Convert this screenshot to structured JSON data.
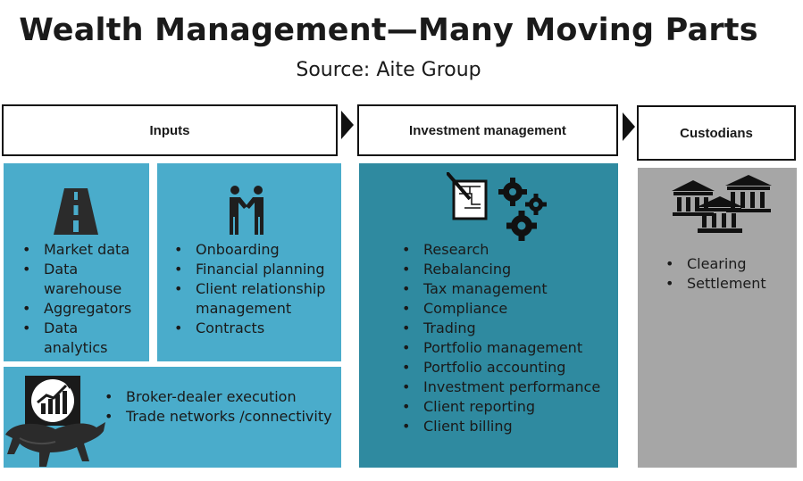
{
  "title": "Wealth Management—Many Moving Parts",
  "subtitle": "Source: Aite Group",
  "headers": {
    "inputs": "Inputs",
    "investment": "Investment management",
    "custodians": "Custodians"
  },
  "inputs_data": [
    "Market data",
    "Data warehouse",
    "Aggregators",
    "Data analytics"
  ],
  "inputs_client": [
    "Onboarding",
    "Financial planning",
    "Client relationship management",
    "Contracts"
  ],
  "inputs_broker": [
    "Broker-dealer execution",
    "Trade networks /connectivity"
  ],
  "investment_items": [
    "Research",
    "Rebalancing",
    "Tax management",
    "Compliance",
    "Trading",
    "Portfolio management",
    "Portfolio accounting",
    "Investment performance",
    "Client reporting",
    "Client billing"
  ],
  "custodian_items": [
    "Clearing",
    "Settlement"
  ],
  "colors": {
    "light_panel": "#4aaccb",
    "dark_panel": "#2f8aa0",
    "gray_panel": "#a6a6a6"
  },
  "icons": [
    "road-icon",
    "handshake-icon",
    "blueprint-gears-icon",
    "bank-buildings-icon",
    "growth-chart-icon",
    "bull-bear-icon"
  ]
}
